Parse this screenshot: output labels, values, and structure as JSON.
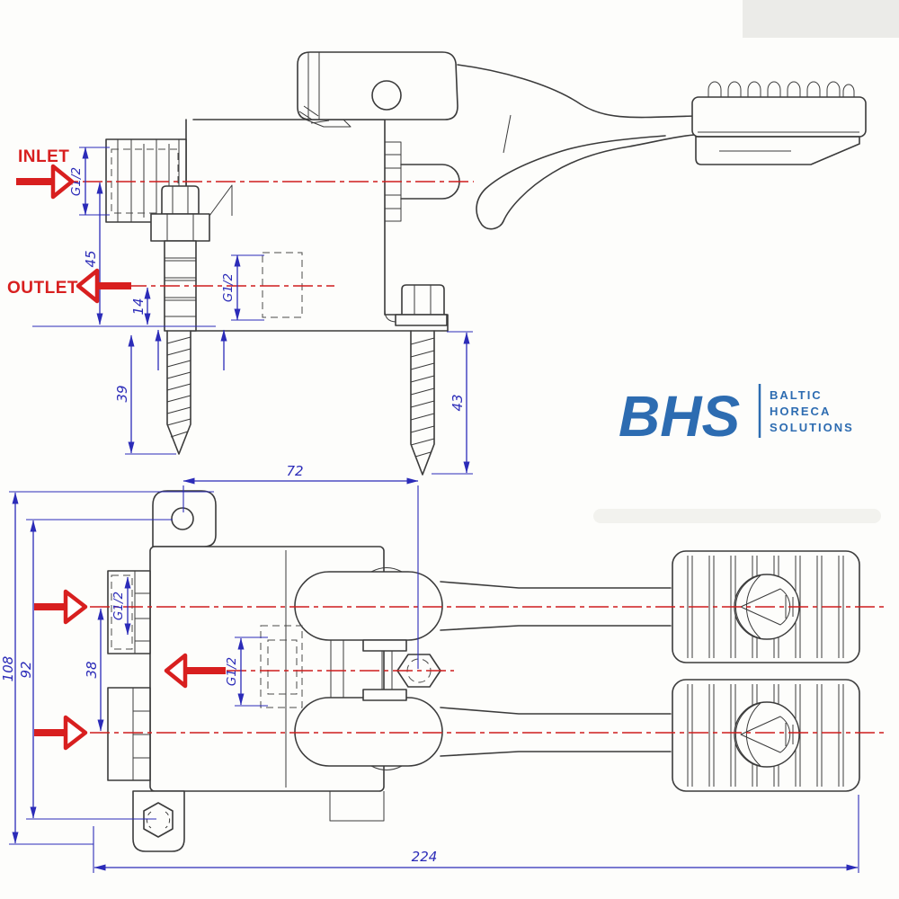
{
  "labels": {
    "inlet": "INLET",
    "outlet": "OUTLET"
  },
  "side_view": {
    "inlet_thread": "G1/2",
    "outlet_thread": "G1/2",
    "inlet_height": "45",
    "outlet_height": "14",
    "front_screw_length": "39",
    "rear_screw_length": "43",
    "screw_spacing": "72"
  },
  "plan_view": {
    "overall_height": "108",
    "mount_hole_spacing": "92",
    "port_spacing": "38",
    "inlet_thread": "G1/2",
    "outlet_thread": "G1/2",
    "overall_length": "224"
  },
  "logo": {
    "abbr": "BHS",
    "words": [
      "BALTIC",
      "HORECA",
      "SOLUTIONS"
    ]
  },
  "colors": {
    "dimension_blue": "#2b2bb8",
    "centerline_red": "#cf1d1d",
    "flow_arrow_red": "#d81f1f",
    "drawing_line": "#3b3b3b",
    "logo_blue": "#2d6cb1",
    "background": "#fdfdfb"
  }
}
